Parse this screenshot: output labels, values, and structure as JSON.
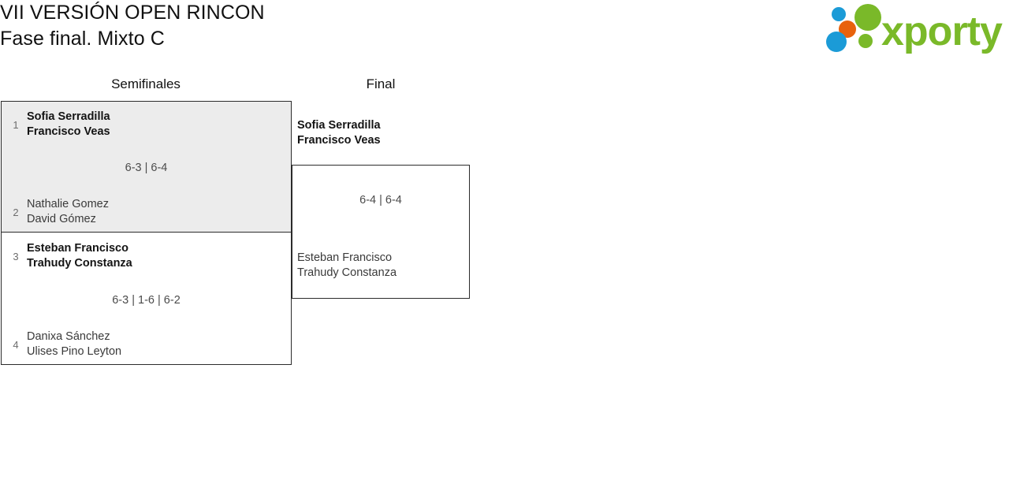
{
  "header": {
    "title": "VII VERSIÓN OPEN RINCON",
    "subtitle": "Fase final. Mixto C"
  },
  "brand": {
    "name": "xporty",
    "colors": {
      "green": "#7ab929",
      "blue": "#1b9bd7",
      "orange": "#e8620c"
    }
  },
  "rounds": [
    {
      "id": "semifinales",
      "label": "Semifinales"
    },
    {
      "id": "final",
      "label": "Final"
    }
  ],
  "matches": {
    "semifinal_1": {
      "score": "6-3 | 6-4",
      "top": {
        "seed": "1",
        "player1": "Sofia Serradilla",
        "player2": "Francisco Veas",
        "winner": true
      },
      "bottom": {
        "seed": "2",
        "player1": "Nathalie Gomez",
        "player2": "David Gómez",
        "winner": false
      }
    },
    "semifinal_2": {
      "score": "6-3 | 1-6 | 6-2",
      "top": {
        "seed": "3",
        "player1": "Esteban Francisco",
        "player2": "Trahudy Constanza",
        "winner": true
      },
      "bottom": {
        "seed": "4",
        "player1": "Danixa Sánchez",
        "player2": "Ulises Pino Leyton",
        "winner": false
      }
    },
    "final": {
      "score": "6-4 | 6-4",
      "top": {
        "player1": "Sofia Serradilla",
        "player2": "Francisco Veas",
        "winner": true
      },
      "bottom": {
        "player1": "Esteban Francisco",
        "player2": "Trahudy Constanza",
        "winner": false
      }
    }
  }
}
